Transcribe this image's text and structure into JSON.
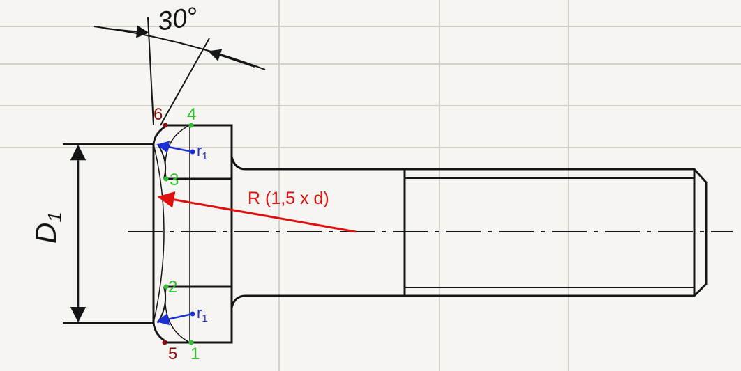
{
  "dimensions": {
    "angle_label": "30°",
    "diameter_label": "D",
    "diameter_subscript": "1",
    "radius_label": "R (1,5 x d)",
    "small_radius_label": "r",
    "small_radius_subscript": "1"
  },
  "points": {
    "p1": "1",
    "p2": "2",
    "p3": "3",
    "p4": "4",
    "p5": "5",
    "p6": "6"
  },
  "colors": {
    "outline": "#151515",
    "radius_arrow": "#e01010",
    "small_radius_arrow": "#1a2fd6",
    "green_points": "#2fbf2f",
    "dark_red_points": "#8b1010"
  }
}
